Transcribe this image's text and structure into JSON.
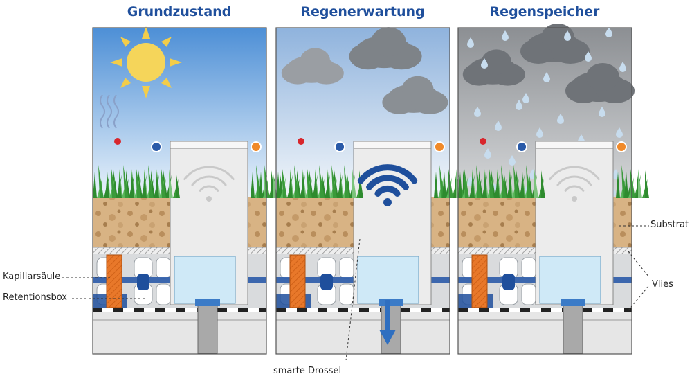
{
  "panels": [
    {
      "title": "Grundzustand",
      "state": "sun",
      "wifi_color": "#c9c9c9",
      "drain": false
    },
    {
      "title": "Regenerwartung",
      "state": "clouds",
      "wifi_color": "#1f4f9c",
      "drain": true
    },
    {
      "title": "Regenspeicher",
      "state": "rain",
      "wifi_color": "#c9c9c9",
      "drain": false
    }
  ],
  "labels": {
    "kapillarsaeule": "Kapillarsäule",
    "retentionsbox": "Retentionsbox",
    "substrat": "Substrat",
    "vlies": "Vlies",
    "drossel": "smarte Drossel"
  },
  "colors": {
    "title": "#1f4f9c",
    "substrate": "#d8b384",
    "grass": "#3a9a3a",
    "capillary": "#e8782a",
    "box_blue": "#1f4f9c",
    "water": "#cfe9f7",
    "cloud": "#8e9297"
  }
}
